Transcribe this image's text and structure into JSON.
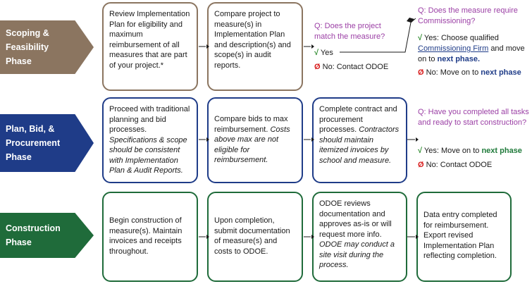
{
  "phases": [
    {
      "line1": "Scoping &",
      "line2": "Feasibility",
      "line3": "Phase",
      "color": "#8b7560"
    },
    {
      "line1": "Plan, Bid, &",
      "line2": "Procurement",
      "line3": "Phase",
      "color": "#1f3c88"
    },
    {
      "line1": "Construction",
      "line2": "Phase",
      "color": "#1f6b3a"
    }
  ],
  "row1": {
    "box1": "Review Implementation Plan for eligibility and maximum reimbursement of all measures that are part of your project.*",
    "box2": "Compare project to measure(s) in Implementation Plan and description(s) and scope(s) in audit reports.",
    "q1": "Q: Does the project match the measure?",
    "yes1": "Yes",
    "no1": "No: Contact ODOE",
    "q2": "Q: Does the measure require Commissioning?",
    "yes2_a": "Yes: Choose qualified",
    "yes2_link": "Commissioning Firm",
    "yes2_b": "and move on to",
    "yes2_next": "next phase.",
    "no2_a": "No: Move on to",
    "no2_next": "next phase"
  },
  "row2": {
    "box1_plain": "Proceed with traditional planning and bid processes.",
    "box1_italic": "Specifications & scope should be consistent with Implementation Plan & Audit Reports.",
    "box2_plain": "Compare bids to max reimbursement.",
    "box2_italic": "Costs above max are not eligible for reimbursement.",
    "box3_plain": "Complete contract and procurement processes.",
    "box3_italic": "Contractors should maintain itemized invoices by school and measure.",
    "q": "Q: Have you completed all tasks and ready to start construction?",
    "yes_a": "Yes: Move on to",
    "yes_next": "next phase",
    "no": "No: Contact ODOE"
  },
  "row3": {
    "box1": "Begin construction of measure(s). Maintain invoices and receipts throughout.",
    "box2": "Upon completion, submit documentation of measure(s) and costs to ODOE.",
    "box3_plain": "ODOE reviews documentation and approves as-is or will request more info.",
    "box3_italic": "ODOE may conduct a site visit during the process.",
    "box4": "Data entry completed for reimbursement. Export revised Implementation Plan reflecting completion."
  },
  "glyphs": {
    "check": "√",
    "no": "Ø"
  },
  "colors": {
    "brown": "#8b7560",
    "blue": "#1f3c88",
    "green": "#1f6b3a",
    "question": "#9b3fa5",
    "check": "#2e8b2e",
    "no": "#d81e1e"
  }
}
